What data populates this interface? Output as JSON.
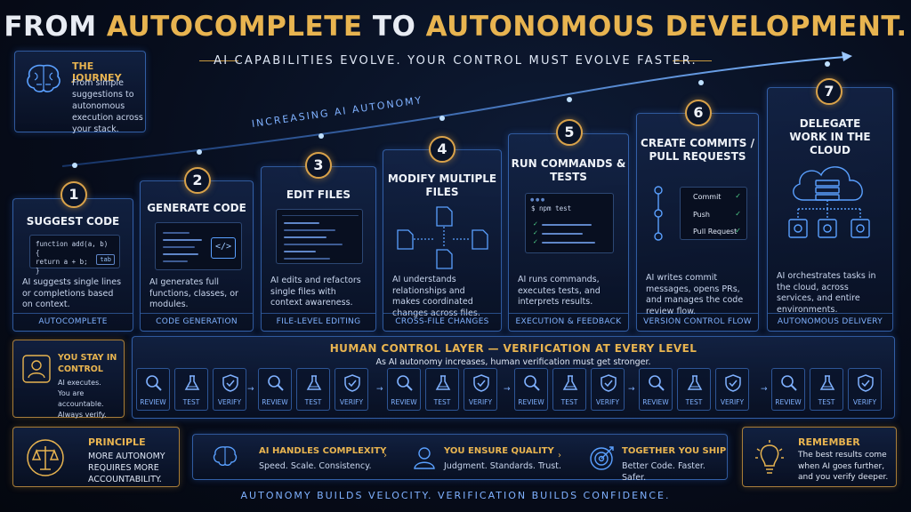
{
  "title": {
    "part1": "FROM ",
    "part2": "AUTOCOMPLETE",
    "part3": " TO ",
    "part4": "AUTONOMOUS DEVELOPMENT."
  },
  "subtitle": "AI CAPABILITIES EVOLVE. YOUR CONTROL MUST EVOLVE FASTER.",
  "journey": {
    "title": "THE JOURNEY",
    "text": "From simple suggestions to autonomous execution across your stack.",
    "icon": "brain-icon"
  },
  "autonomy_label": "INCREASING AI AUTONOMY",
  "steps": [
    {
      "num": "1",
      "title": "SUGGEST CODE",
      "desc": "AI suggests single lines or completions based on context.",
      "foot": "AUTOCOMPLETE",
      "code": [
        "function add(a, b) {",
        "  return a + b;",
        "}"
      ],
      "key": "tab"
    },
    {
      "num": "2",
      "title": "GENERATE CODE",
      "desc": "AI generates full functions, classes, or modules.",
      "foot": "CODE GENERATION",
      "icon": "code-brackets-icon"
    },
    {
      "num": "3",
      "title": "EDIT FILES",
      "desc": "AI edits and refactors single files with context awareness.",
      "foot": "FILE-LEVEL EDITING",
      "icon": "editor-icon"
    },
    {
      "num": "4",
      "title": "MODIFY MULTIPLE FILES",
      "desc": "AI understands relationships and makes coordinated changes across files.",
      "foot": "CROSS-FILE CHANGES",
      "icon": "file-network-icon"
    },
    {
      "num": "5",
      "title": "RUN COMMANDS & TESTS",
      "desc": "AI runs commands, executes tests, and interprets results.",
      "foot": "EXECUTION & FEEDBACK",
      "terminal": "$ npm test"
    },
    {
      "num": "6",
      "title": "CREATE COMMITS / PULL REQUESTS",
      "desc": "AI writes commit messages, opens PRs, and manages the code review flow.",
      "foot": "VERSION CONTROL FLOW",
      "git": [
        "Commit",
        "Push",
        "Pull Request"
      ]
    },
    {
      "num": "7",
      "title": "DELEGATE WORK IN THE CLOUD",
      "desc": "AI orchestrates tasks in the cloud, across services, and entire environments.",
      "foot": "AUTONOMOUS DELIVERY",
      "icon": "cloud-icon"
    }
  ],
  "control": {
    "side_title": "YOU STAY IN CONTROL",
    "side_text": [
      "AI executes.",
      "You are accountable.",
      "Always verify."
    ],
    "title": "HUMAN CONTROL LAYER — VERIFICATION AT EVERY LEVEL",
    "sub": "As AI autonomy increases, human verification must get stronger.",
    "labels": {
      "review": "REVIEW",
      "test": "TEST",
      "verify": "VERIFY"
    }
  },
  "principle": {
    "title": "PRINCIPLE",
    "text": "MORE AUTONOMY REQUIRES MORE ACCOUNTABILITY.",
    "icon": "scales-icon"
  },
  "pillars": [
    {
      "title": "AI HANDLES COMPLEXITY",
      "text": "Speed. Scale. Consistency.",
      "icon": "brain-icon"
    },
    {
      "title": "YOU ENSURE QUALITY",
      "text": "Judgment. Standards. Trust.",
      "icon": "person-icon"
    },
    {
      "title": "TOGETHER YOU SHIP",
      "text": "Better Code. Faster. Safer.",
      "icon": "target-icon"
    }
  ],
  "remember": {
    "title": "REMEMBER",
    "text": "The best results come when AI goes further, and you verify deeper.",
    "icon": "lightbulb-icon"
  },
  "footer": "AUTONOMY BUILDS VELOCITY. VERIFICATION BUILDS CONFIDENCE.",
  "colors": {
    "accent_gold": "#e8b450",
    "accent_blue": "#7fb1ff",
    "background": "#070d1c"
  }
}
